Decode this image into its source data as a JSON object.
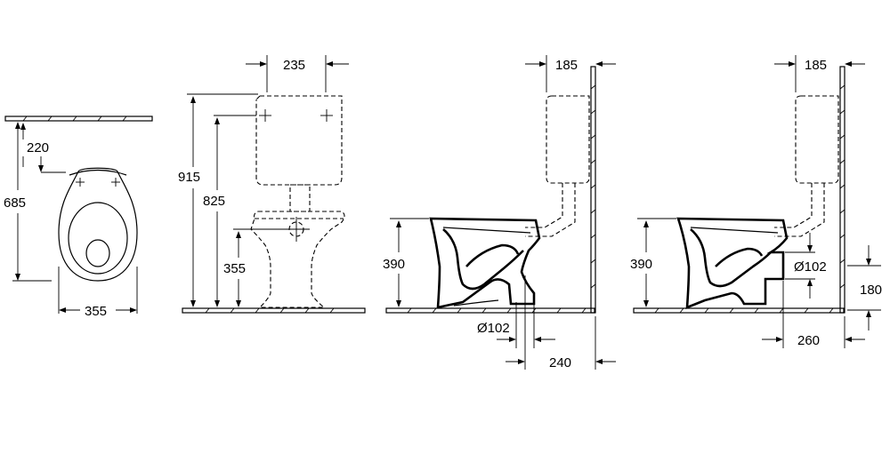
{
  "views": {
    "top": {
      "dim_220": "220",
      "dim_685": "685",
      "dim_355": "355"
    },
    "front": {
      "dim_235": "235",
      "dim_915": "915",
      "dim_825": "825",
      "dim_355": "355"
    },
    "side_vertical_outlet": {
      "dim_185": "185",
      "dim_390": "390",
      "dim_d102": "Ø102",
      "dim_240": "240"
    },
    "side_horizontal_outlet": {
      "dim_185": "185",
      "dim_390": "390",
      "dim_d102": "Ø102",
      "dim_180": "180",
      "dim_260": "260"
    }
  }
}
